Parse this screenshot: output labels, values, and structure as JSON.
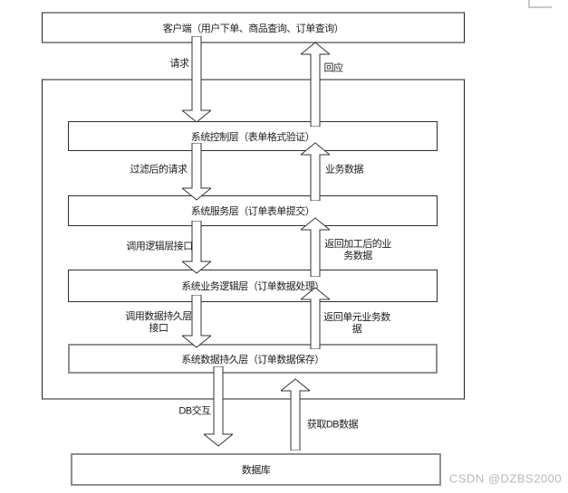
{
  "diagram": {
    "client": {
      "label": "客户端（用户下单、商品查询、订单查询）"
    },
    "layers": [
      {
        "label": "系统控制层（表单格式验证）"
      },
      {
        "label": "系统服务层（订单表单提交）"
      },
      {
        "label": "系统业务逻辑层（订单数据处理）"
      },
      {
        "label": "系统数据持久层（订单数据保存）"
      }
    ],
    "database": {
      "label": "数据库"
    },
    "flow_labels": {
      "request": "请求",
      "response": "回应",
      "filtered_request": "过滤后的请求",
      "business_data": "业务数据",
      "call_logic_interface": "调用逻辑层接口",
      "return_processed_business_data": "返回加工后的业\n务数据",
      "call_persistence_interface": "调用数据持久层\n接口",
      "return_unit_business_data": "返回单元业务数\n据",
      "db_interaction": "DB交互",
      "fetch_db_data": "获取DB数据"
    },
    "colors": {
      "line": "#2e2e2e",
      "thick_border": "#8f8f8f",
      "background": "#ffffff",
      "watermark": "#b8b8b8"
    }
  },
  "watermark": {
    "text": "CSDN @DZBS2000"
  }
}
